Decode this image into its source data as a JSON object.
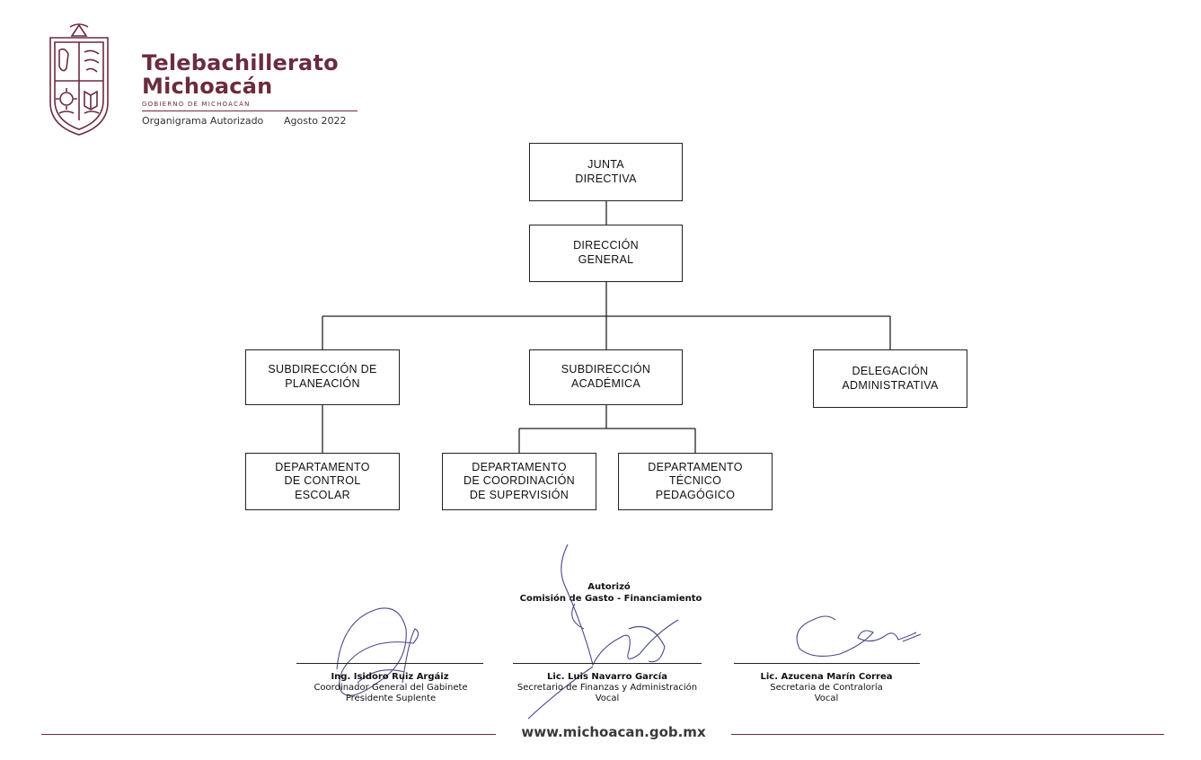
{
  "header": {
    "brand_line1": "Telebachillerato",
    "brand_line2": "Michoacán",
    "government": "GOBIERNO DE MICHOACÁN",
    "document_label": "Organigrama Autorizado",
    "document_date": "Agosto 2022",
    "crest_icon": "michoacan-crest-icon",
    "brand_color": "#6b2c3e"
  },
  "org_chart": {
    "nodes": [
      {
        "id": "junta",
        "label": "JUNTA\nDIRECTIVA",
        "parent": null
      },
      {
        "id": "direccion",
        "label": "DIRECCIÓN\nGENERAL",
        "parent": "junta"
      },
      {
        "id": "planeacion",
        "label": "SUBDIRECCIÓN DE\nPLANEACIÓN",
        "parent": "direccion"
      },
      {
        "id": "academica",
        "label": "SUBDIRECCIÓN\nACADÉMICA",
        "parent": "direccion"
      },
      {
        "id": "delegacion",
        "label": "DELEGACIÓN\nADMINISTRATIVA",
        "parent": "direccion"
      },
      {
        "id": "control",
        "label": "DEPARTAMENTO\nDE CONTROL\nESCOLAR",
        "parent": "planeacion"
      },
      {
        "id": "supervision",
        "label": "DEPARTAMENTO\nDE COORDINACIÓN\nDE SUPERVISIÓN",
        "parent": "academica"
      },
      {
        "id": "tecnico",
        "label": "DEPARTAMENTO\nTÉCNICO\nPEDAGÓGICO",
        "parent": "academica"
      }
    ]
  },
  "approval": {
    "authorized": "Autorizó",
    "commission": "Comisión de Gasto - Financiamiento"
  },
  "signatories": [
    {
      "name": "Ing. Isidoro Ruiz Argáiz",
      "role_line1": "Coordinador General del Gabinete",
      "role_line2": "Presidente Suplente"
    },
    {
      "name": "Lic. Luis Navarro García",
      "role_line1": "Secretario de Finanzas y Administración",
      "role_line2": "Vocal"
    },
    {
      "name": "Lic. Azucena Marín Correa",
      "role_line1": "Secretaria de Contraloría",
      "role_line2": "Vocal"
    }
  ],
  "footer": {
    "url": "www.michoacan.gob.mx"
  }
}
